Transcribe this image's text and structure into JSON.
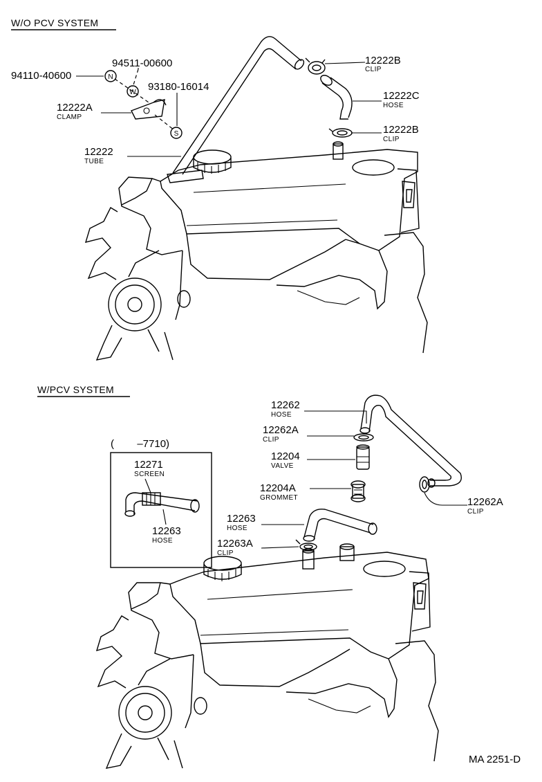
{
  "sections": {
    "top": {
      "title": "W/O PCV SYSTEM"
    },
    "bottom": {
      "title": "W/PCV SYSTEM",
      "inset_title": "(        –7710)"
    }
  },
  "callouts": {
    "p94110": {
      "number": "94110-40600"
    },
    "p94511": {
      "number": "94511-00600"
    },
    "p93180": {
      "number": "93180-16014"
    },
    "p12222A": {
      "number": "12222A",
      "name": "CLAMP"
    },
    "p12222": {
      "number": "12222",
      "name": "TUBE"
    },
    "p12222B_top": {
      "number": "12222B",
      "name": "CLIP"
    },
    "p12222C": {
      "number": "12222C",
      "name": "HOSE"
    },
    "p12222B_low": {
      "number": "12222B",
      "name": "CLIP"
    },
    "p12262": {
      "number": "12262",
      "name": "HOSE"
    },
    "p12262A_l": {
      "number": "12262A",
      "name": "CLIP"
    },
    "p12204": {
      "number": "12204",
      "name": "VALVE"
    },
    "p12204A": {
      "number": "12204A",
      "name": "GROMMET"
    },
    "p12263": {
      "number": "12263",
      "name": "HOSE"
    },
    "p12263A": {
      "number": "12263A",
      "name": "CLIP"
    },
    "p12262A_r": {
      "number": "12262A",
      "name": "CLIP"
    },
    "p12271": {
      "number": "12271",
      "name": "SCREEN"
    },
    "p12263_inset": {
      "number": "12263",
      "name": "HOSE"
    }
  },
  "markers": {
    "n": "N",
    "w": "W",
    "s": "S"
  },
  "figure_code": "MA 2251-D"
}
